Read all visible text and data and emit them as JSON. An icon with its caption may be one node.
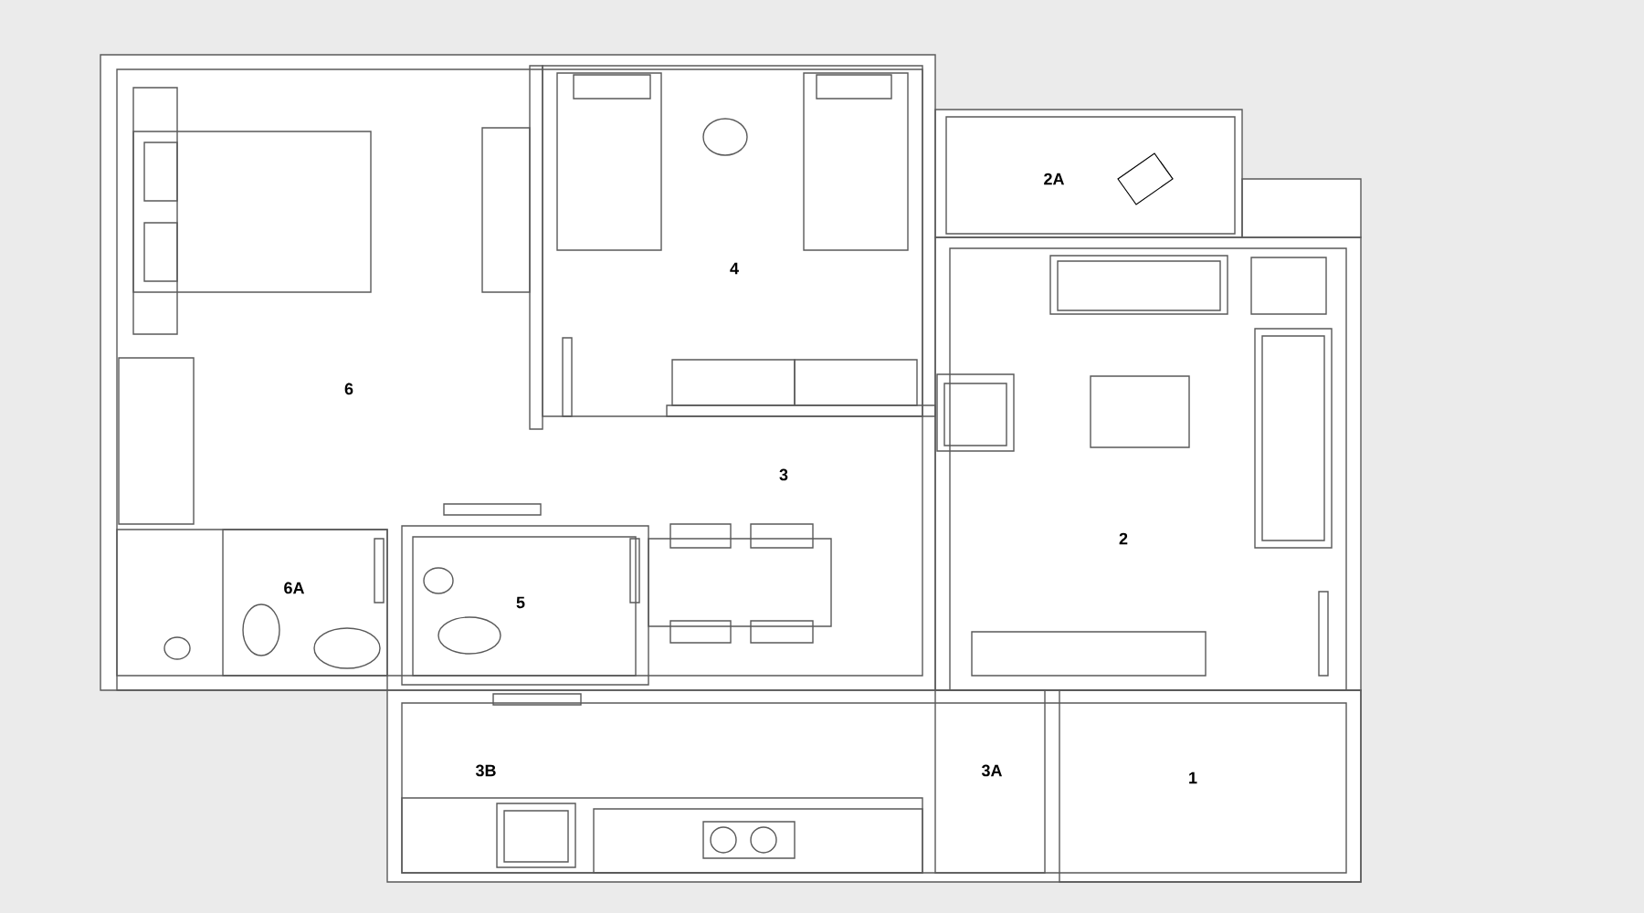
{
  "diagram": {
    "labels": [
      "2A",
      "4",
      "6",
      "3",
      "2",
      "6A",
      "5",
      "3B",
      "3A",
      "1"
    ]
  }
}
